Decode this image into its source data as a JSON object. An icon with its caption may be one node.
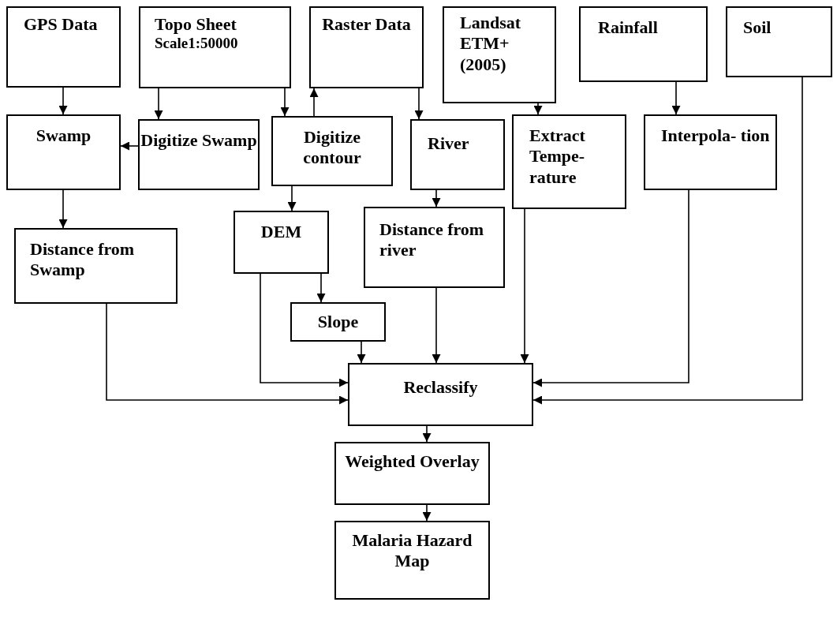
{
  "diagram": {
    "nodes": [
      {
        "text": [
          "GPS Data"
        ]
      },
      {
        "text": [
          "Topo Sheet",
          "Scale1:50000"
        ]
      },
      {
        "text": [
          "Raster Data"
        ]
      },
      {
        "text": [
          "Landsat ETM+ (2005)"
        ]
      },
      {
        "text": [
          "Rainfall"
        ]
      },
      {
        "text": [
          "Soil"
        ]
      },
      {
        "text": [
          "Swamp"
        ]
      },
      {
        "text": [
          "Digitize Swamp"
        ]
      },
      {
        "text": [
          "Digitize contour"
        ]
      },
      {
        "text": [
          "River"
        ]
      },
      {
        "text": [
          "Extract Tempe- rature"
        ]
      },
      {
        "text": [
          "Interpola- tion"
        ]
      },
      {
        "text": [
          "Distance from Swamp"
        ]
      },
      {
        "text": [
          "DEM"
        ]
      },
      {
        "text": [
          "Distance from river"
        ]
      },
      {
        "text": [
          "Slope"
        ]
      },
      {
        "text": [
          "Reclassify"
        ]
      },
      {
        "text": [
          "Weighted Overlay"
        ]
      },
      {
        "text": [
          "Malaria Hazard Map"
        ]
      }
    ],
    "edges": [
      {
        "from": 0,
        "to": 6,
        "arrow": "to"
      },
      {
        "from": 1,
        "to": 7,
        "arrow": "to"
      },
      {
        "from": 1,
        "to": 8,
        "arrow": "to"
      },
      {
        "from": 8,
        "to": 2,
        "arrow": "to"
      },
      {
        "from": 2,
        "to": 9,
        "arrow": "to"
      },
      {
        "from": 3,
        "to": 10,
        "arrow": "to"
      },
      {
        "from": 4,
        "to": 11,
        "arrow": "to"
      },
      {
        "from": 7,
        "to": 6,
        "arrow": "to"
      },
      {
        "from": 6,
        "to": 12,
        "arrow": "to"
      },
      {
        "from": 8,
        "to": 13,
        "arrow": "to"
      },
      {
        "from": 9,
        "to": 14,
        "arrow": "to"
      },
      {
        "from": 13,
        "to": 15,
        "arrow": "to"
      },
      {
        "from": 12,
        "to": 16,
        "arrow": "to"
      },
      {
        "from": 13,
        "to": 16,
        "arrow": "to"
      },
      {
        "from": 15,
        "to": 16,
        "arrow": "to"
      },
      {
        "from": 14,
        "to": 16,
        "arrow": "to"
      },
      {
        "from": 10,
        "to": 16,
        "arrow": "to"
      },
      {
        "from": 11,
        "to": 16,
        "arrow": "to"
      },
      {
        "from": 5,
        "to": 16,
        "arrow": "to"
      },
      {
        "from": 16,
        "to": 17,
        "arrow": "to"
      },
      {
        "from": 17,
        "to": 18,
        "arrow": "to"
      }
    ]
  }
}
